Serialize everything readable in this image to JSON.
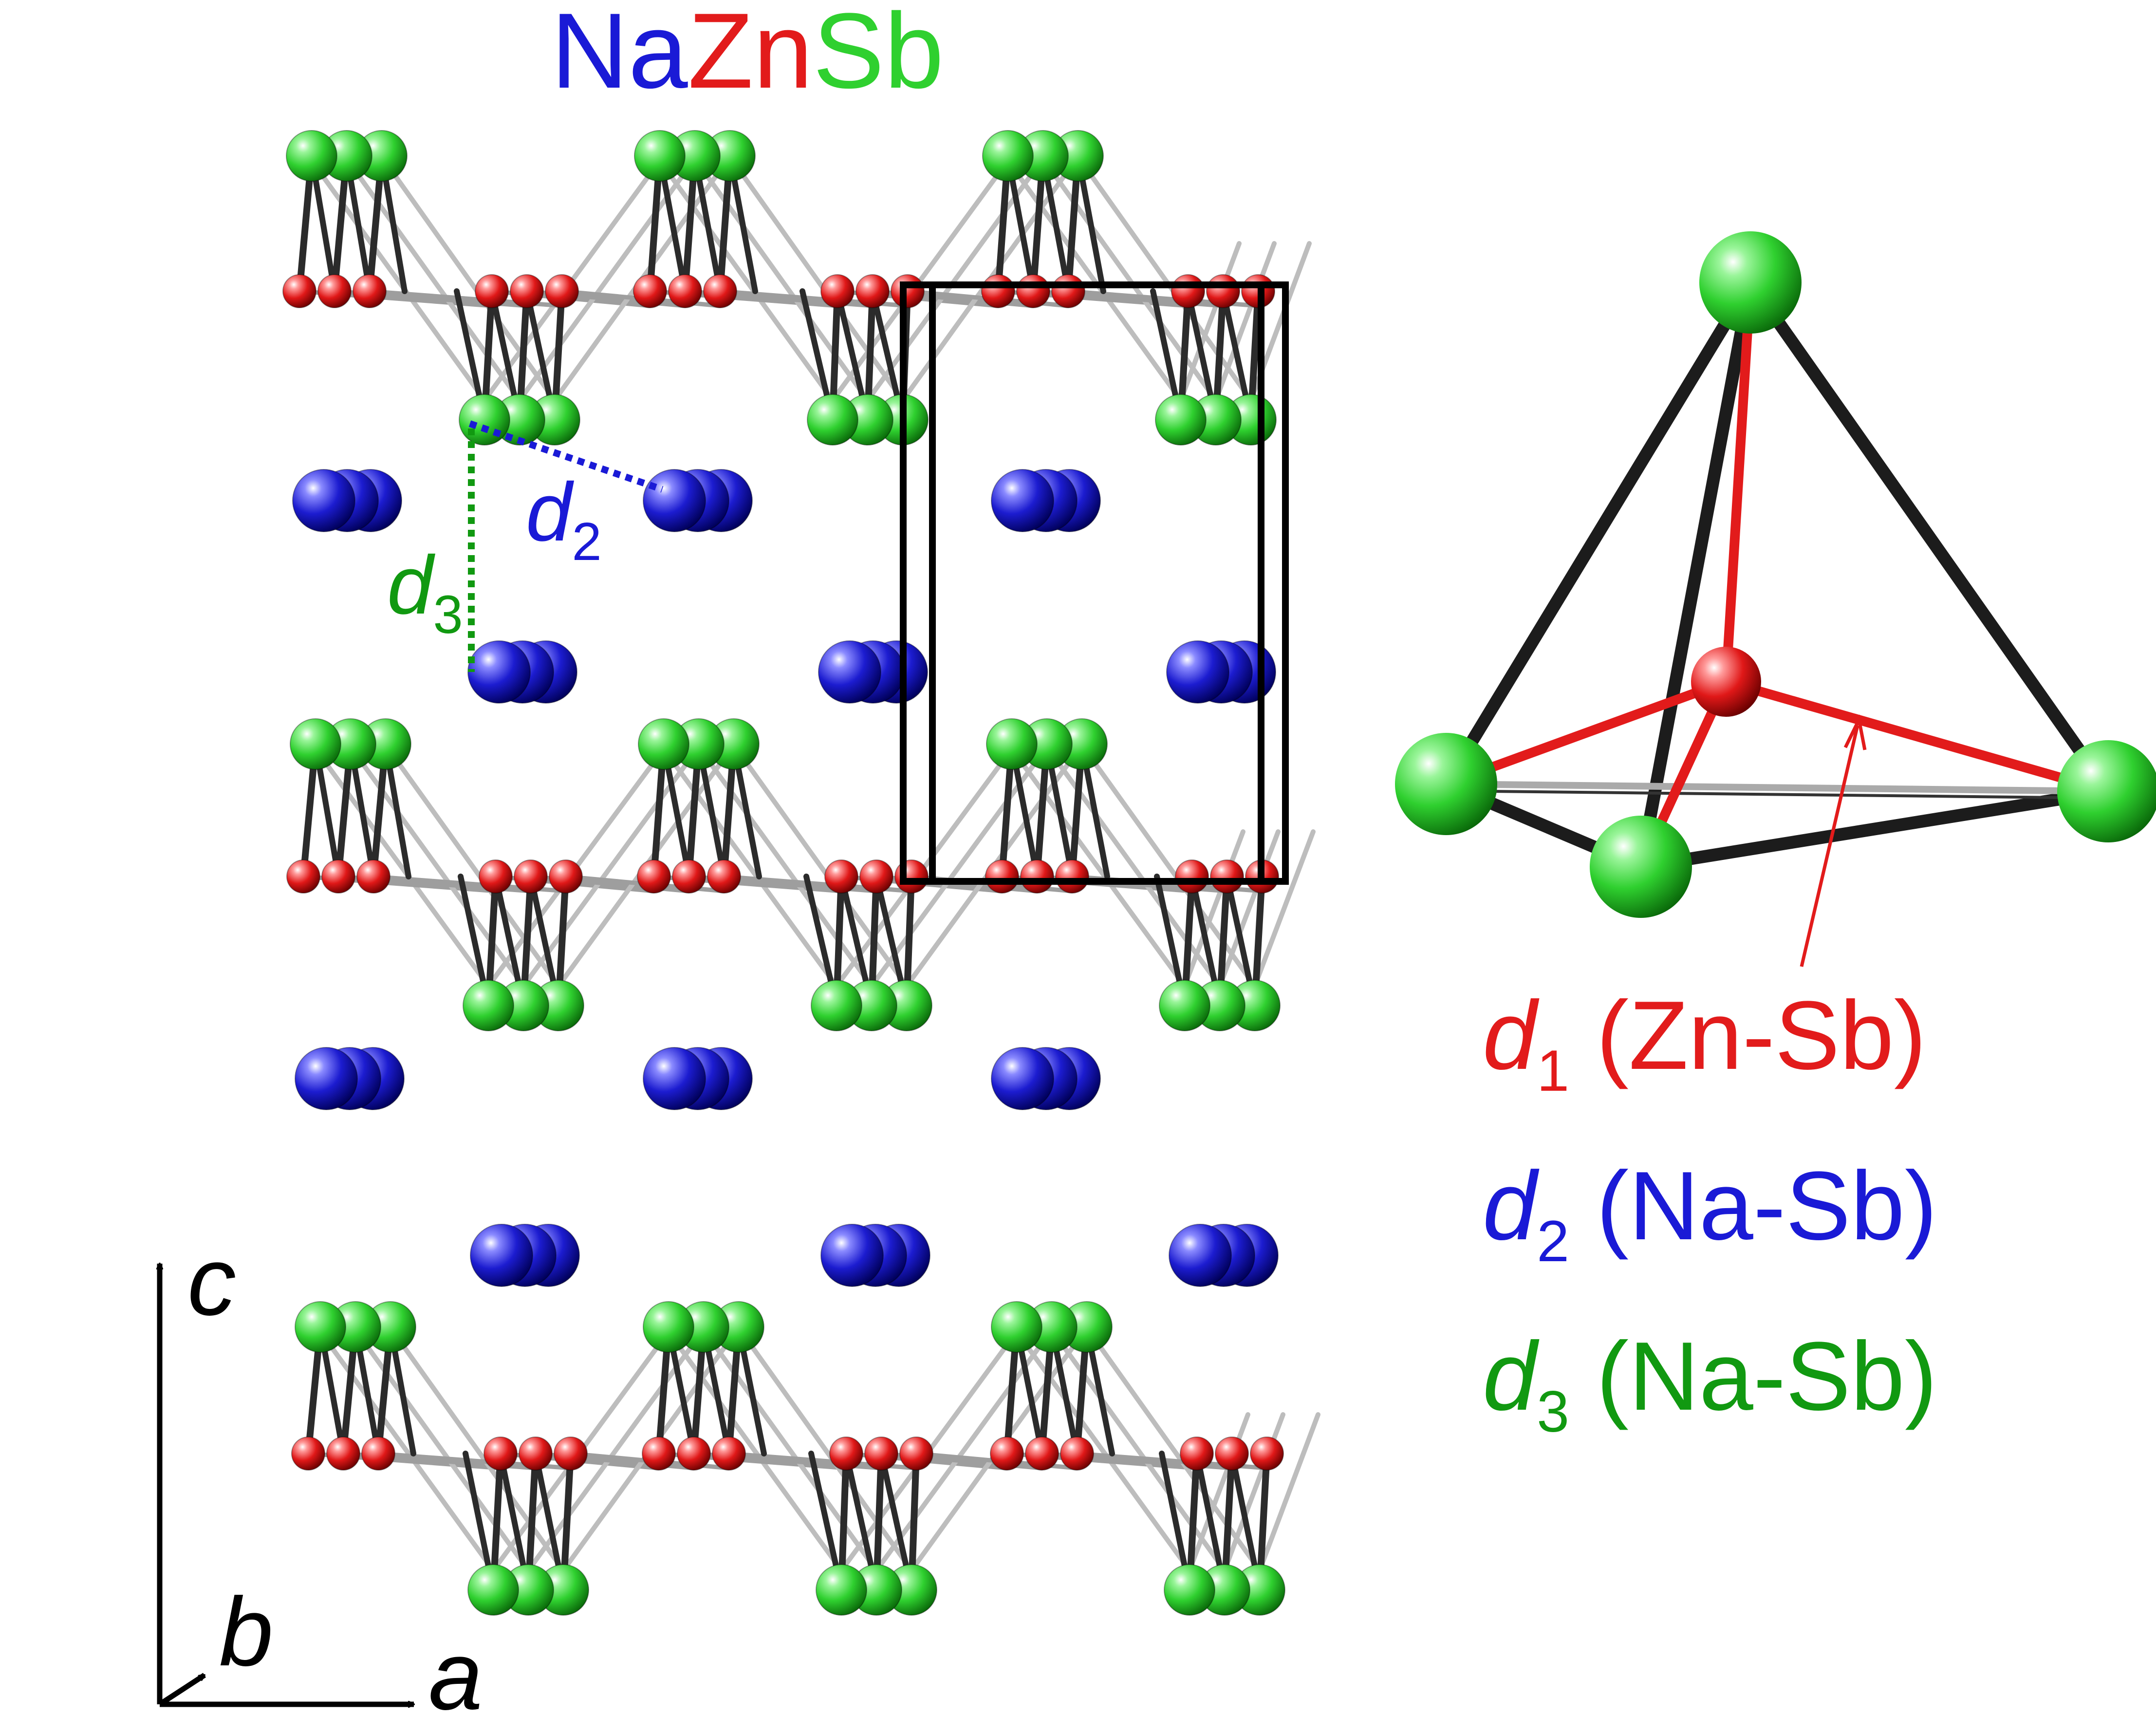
{
  "title": {
    "na": "Na",
    "zn": "Zn",
    "sb": "Sb"
  },
  "colors": {
    "na": "#1a1ad6",
    "zn": "#e21b1b",
    "sb": "#2fd02f",
    "dist_d1": "#e21b1b",
    "dist_d2": "#1a1ad6",
    "dist_d3": "#119911",
    "bond_dark": "#2b2b2b",
    "bond_light": "#bdbdbd",
    "cell": "#000000"
  },
  "axes": {
    "c": "c",
    "a": "a",
    "b": "b"
  },
  "annotations": {
    "d2": {
      "sym": "d",
      "sub": "2"
    },
    "d3": {
      "sym": "d",
      "sub": "3"
    }
  },
  "legend": [
    {
      "sym": "d",
      "sub": "1",
      "label": " (Zn-Sb)"
    },
    {
      "sym": "d",
      "sub": "2",
      "label": " (Na-Sb)"
    },
    {
      "sym": "d",
      "sub": "3",
      "label": " (Na-Sb)"
    }
  ],
  "icons": {
    "structure": "crystal-structure-icon",
    "tetrahedron": "znsb4-tetrahedron-icon",
    "axes": "axes-icon"
  }
}
